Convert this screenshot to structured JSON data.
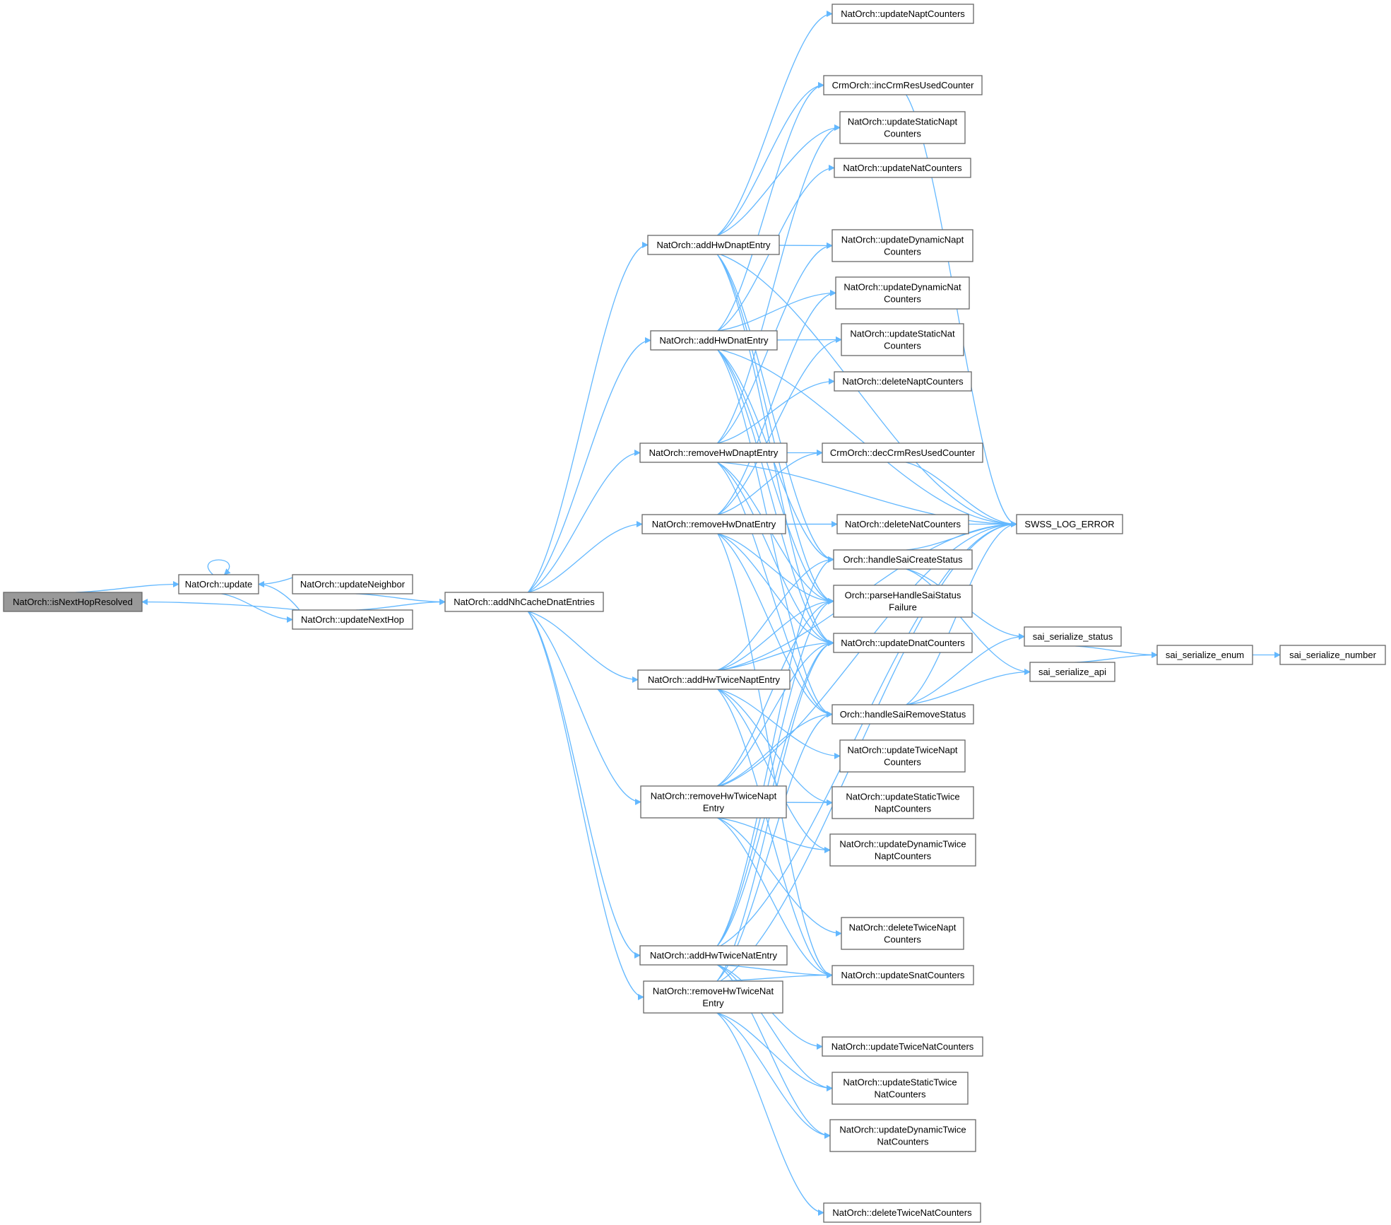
{
  "nodes": [
    {
      "id": "isNextHopResolved",
      "lines": [
        "NatOrch::isNextHopResolved"
      ],
      "root": true
    },
    {
      "id": "update",
      "lines": [
        "NatOrch::update"
      ]
    },
    {
      "id": "updateNeighbor",
      "lines": [
        "NatOrch::updateNeighbor"
      ]
    },
    {
      "id": "updateNextHop",
      "lines": [
        "NatOrch::updateNextHop"
      ]
    },
    {
      "id": "addNhCacheDnatEntries",
      "lines": [
        "NatOrch::addNhCacheDnatEntries"
      ]
    },
    {
      "id": "addHwDnaptEntry",
      "lines": [
        "NatOrch::addHwDnaptEntry"
      ]
    },
    {
      "id": "addHwDnatEntry",
      "lines": [
        "NatOrch::addHwDnatEntry"
      ]
    },
    {
      "id": "removeHwDnaptEntry",
      "lines": [
        "NatOrch::removeHwDnaptEntry"
      ]
    },
    {
      "id": "removeHwDnatEntry",
      "lines": [
        "NatOrch::removeHwDnatEntry"
      ]
    },
    {
      "id": "addHwTwiceNaptEntry",
      "lines": [
        "NatOrch::addHwTwiceNaptEntry"
      ]
    },
    {
      "id": "removeHwTwiceNaptEntry",
      "lines": [
        "NatOrch::removeHwTwiceNapt",
        "Entry"
      ]
    },
    {
      "id": "addHwTwiceNatEntry",
      "lines": [
        "NatOrch::addHwTwiceNatEntry"
      ]
    },
    {
      "id": "removeHwTwiceNatEntry",
      "lines": [
        "NatOrch::removeHwTwiceNat",
        "Entry"
      ]
    },
    {
      "id": "updateNaptCounters",
      "lines": [
        "NatOrch::updateNaptCounters"
      ]
    },
    {
      "id": "incCrmResUsedCounter",
      "lines": [
        "CrmOrch::incCrmResUsedCounter"
      ]
    },
    {
      "id": "updateStaticNaptCounters",
      "lines": [
        "NatOrch::updateStaticNapt",
        "Counters"
      ]
    },
    {
      "id": "updateNatCounters",
      "lines": [
        "NatOrch::updateNatCounters"
      ]
    },
    {
      "id": "updateDynamicNaptCounters",
      "lines": [
        "NatOrch::updateDynamicNapt",
        "Counters"
      ]
    },
    {
      "id": "updateDynamicNatCounters",
      "lines": [
        "NatOrch::updateDynamicNat",
        "Counters"
      ]
    },
    {
      "id": "updateStaticNatCounters",
      "lines": [
        "NatOrch::updateStaticNat",
        "Counters"
      ]
    },
    {
      "id": "deleteNaptCounters",
      "lines": [
        "NatOrch::deleteNaptCounters"
      ]
    },
    {
      "id": "decCrmResUsedCounter",
      "lines": [
        "CrmOrch::decCrmResUsedCounter"
      ]
    },
    {
      "id": "deleteNatCounters",
      "lines": [
        "NatOrch::deleteNatCounters"
      ]
    },
    {
      "id": "handleSaiCreateStatus",
      "lines": [
        "Orch::handleSaiCreateStatus"
      ]
    },
    {
      "id": "parseHandleSaiStatusFailure",
      "lines": [
        "Orch::parseHandleSaiStatus",
        "Failure"
      ]
    },
    {
      "id": "updateDnatCounters",
      "lines": [
        "NatOrch::updateDnatCounters"
      ]
    },
    {
      "id": "handleSaiRemoveStatus",
      "lines": [
        "Orch::handleSaiRemoveStatus"
      ]
    },
    {
      "id": "updateTwiceNaptCounters",
      "lines": [
        "NatOrch::updateTwiceNapt",
        "Counters"
      ]
    },
    {
      "id": "updateStaticTwiceNaptCounters",
      "lines": [
        "NatOrch::updateStaticTwice",
        "NaptCounters"
      ]
    },
    {
      "id": "updateDynamicTwiceNaptCounters",
      "lines": [
        "NatOrch::updateDynamicTwice",
        "NaptCounters"
      ]
    },
    {
      "id": "deleteTwiceNaptCounters",
      "lines": [
        "NatOrch::deleteTwiceNapt",
        "Counters"
      ]
    },
    {
      "id": "updateSnatCounters",
      "lines": [
        "NatOrch::updateSnatCounters"
      ]
    },
    {
      "id": "updateTwiceNatCounters",
      "lines": [
        "NatOrch::updateTwiceNatCounters"
      ]
    },
    {
      "id": "updateStaticTwiceNatCounters",
      "lines": [
        "NatOrch::updateStaticTwice",
        "NatCounters"
      ]
    },
    {
      "id": "updateDynamicTwiceNatCounters",
      "lines": [
        "NatOrch::updateDynamicTwice",
        "NatCounters"
      ]
    },
    {
      "id": "deleteTwiceNatCounters",
      "lines": [
        "NatOrch::deleteTwiceNatCounters"
      ]
    },
    {
      "id": "SWSS_LOG_ERROR",
      "lines": [
        "SWSS_LOG_ERROR"
      ]
    },
    {
      "id": "sai_serialize_status",
      "lines": [
        "sai_serialize_status"
      ]
    },
    {
      "id": "sai_serialize_api",
      "lines": [
        "sai_serialize_api"
      ]
    },
    {
      "id": "sai_serialize_enum",
      "lines": [
        "sai_serialize_enum"
      ]
    },
    {
      "id": "sai_serialize_number",
      "lines": [
        "sai_serialize_number"
      ]
    }
  ],
  "edges": [
    [
      "isNextHopResolved",
      "update"
    ],
    [
      "update",
      "update"
    ],
    [
      "update",
      "updateNextHop"
    ],
    [
      "updateNeighbor",
      "update"
    ],
    [
      "updateNeighbor",
      "addNhCacheDnatEntries"
    ],
    [
      "updateNextHop",
      "update"
    ],
    [
      "updateNextHop",
      "isNextHopResolved"
    ],
    [
      "updateNextHop",
      "addNhCacheDnatEntries"
    ],
    [
      "addNhCacheDnatEntries",
      "addHwDnaptEntry"
    ],
    [
      "addNhCacheDnatEntries",
      "addHwDnatEntry"
    ],
    [
      "addNhCacheDnatEntries",
      "removeHwDnaptEntry"
    ],
    [
      "addNhCacheDnatEntries",
      "removeHwDnatEntry"
    ],
    [
      "addNhCacheDnatEntries",
      "addHwTwiceNaptEntry"
    ],
    [
      "addNhCacheDnatEntries",
      "removeHwTwiceNaptEntry"
    ],
    [
      "addNhCacheDnatEntries",
      "addHwTwiceNatEntry"
    ],
    [
      "addNhCacheDnatEntries",
      "removeHwTwiceNatEntry"
    ],
    [
      "addHwDnaptEntry",
      "updateNaptCounters"
    ],
    [
      "addHwDnaptEntry",
      "incCrmResUsedCounter"
    ],
    [
      "addHwDnaptEntry",
      "updateStaticNaptCounters"
    ],
    [
      "addHwDnaptEntry",
      "updateDynamicNaptCounters"
    ],
    [
      "addHwDnaptEntry",
      "SWSS_LOG_ERROR"
    ],
    [
      "addHwDnaptEntry",
      "handleSaiCreateStatus"
    ],
    [
      "addHwDnaptEntry",
      "parseHandleSaiStatusFailure"
    ],
    [
      "addHwDnaptEntry",
      "updateDnatCounters"
    ],
    [
      "addHwDnatEntry",
      "incCrmResUsedCounter"
    ],
    [
      "addHwDnatEntry",
      "updateNatCounters"
    ],
    [
      "addHwDnatEntry",
      "updateDynamicNatCounters"
    ],
    [
      "addHwDnatEntry",
      "updateStaticNatCounters"
    ],
    [
      "addHwDnatEntry",
      "SWSS_LOG_ERROR"
    ],
    [
      "addHwDnatEntry",
      "handleSaiCreateStatus"
    ],
    [
      "addHwDnatEntry",
      "parseHandleSaiStatusFailure"
    ],
    [
      "addHwDnatEntry",
      "updateDnatCounters"
    ],
    [
      "addHwDnatEntry",
      "handleSaiRemoveStatus"
    ],
    [
      "removeHwDnaptEntry",
      "updateStaticNaptCounters"
    ],
    [
      "removeHwDnaptEntry",
      "updateDynamicNaptCounters"
    ],
    [
      "removeHwDnaptEntry",
      "deleteNaptCounters"
    ],
    [
      "removeHwDnaptEntry",
      "decCrmResUsedCounter"
    ],
    [
      "removeHwDnaptEntry",
      "SWSS_LOG_ERROR"
    ],
    [
      "removeHwDnaptEntry",
      "parseHandleSaiStatusFailure"
    ],
    [
      "removeHwDnaptEntry",
      "updateDnatCounters"
    ],
    [
      "removeHwDnaptEntry",
      "handleSaiRemoveStatus"
    ],
    [
      "removeHwDnatEntry",
      "updateDynamicNatCounters"
    ],
    [
      "removeHwDnatEntry",
      "updateStaticNatCounters"
    ],
    [
      "removeHwDnatEntry",
      "decCrmResUsedCounter"
    ],
    [
      "removeHwDnatEntry",
      "deleteNatCounters"
    ],
    [
      "removeHwDnatEntry",
      "SWSS_LOG_ERROR"
    ],
    [
      "removeHwDnatEntry",
      "parseHandleSaiStatusFailure"
    ],
    [
      "removeHwDnatEntry",
      "updateDnatCounters"
    ],
    [
      "removeHwDnatEntry",
      "handleSaiRemoveStatus"
    ],
    [
      "removeHwDnatEntry",
      "updateSnatCounters"
    ],
    [
      "addHwTwiceNaptEntry",
      "handleSaiCreateStatus"
    ],
    [
      "addHwTwiceNaptEntry",
      "parseHandleSaiStatusFailure"
    ],
    [
      "addHwTwiceNaptEntry",
      "updateDnatCounters"
    ],
    [
      "addHwTwiceNaptEntry",
      "SWSS_LOG_ERROR"
    ],
    [
      "addHwTwiceNaptEntry",
      "updateTwiceNaptCounters"
    ],
    [
      "addHwTwiceNaptEntry",
      "updateStaticTwiceNaptCounters"
    ],
    [
      "addHwTwiceNaptEntry",
      "updateDynamicTwiceNaptCounters"
    ],
    [
      "addHwTwiceNaptEntry",
      "updateSnatCounters"
    ],
    [
      "removeHwTwiceNaptEntry",
      "parseHandleSaiStatusFailure"
    ],
    [
      "removeHwTwiceNaptEntry",
      "updateDnatCounters"
    ],
    [
      "removeHwTwiceNaptEntry",
      "handleSaiRemoveStatus"
    ],
    [
      "removeHwTwiceNaptEntry",
      "updateStaticTwiceNaptCounters"
    ],
    [
      "removeHwTwiceNaptEntry",
      "updateDynamicTwiceNaptCounters"
    ],
    [
      "removeHwTwiceNaptEntry",
      "deleteTwiceNaptCounters"
    ],
    [
      "removeHwTwiceNaptEntry",
      "updateSnatCounters"
    ],
    [
      "removeHwTwiceNaptEntry",
      "SWSS_LOG_ERROR"
    ],
    [
      "addHwTwiceNatEntry",
      "handleSaiCreateStatus"
    ],
    [
      "addHwTwiceNatEntry",
      "parseHandleSaiStatusFailure"
    ],
    [
      "addHwTwiceNatEntry",
      "updateDnatCounters"
    ],
    [
      "addHwTwiceNatEntry",
      "updateSnatCounters"
    ],
    [
      "addHwTwiceNatEntry",
      "updateTwiceNatCounters"
    ],
    [
      "addHwTwiceNatEntry",
      "updateStaticTwiceNatCounters"
    ],
    [
      "addHwTwiceNatEntry",
      "updateDynamicTwiceNatCounters"
    ],
    [
      "addHwTwiceNatEntry",
      "SWSS_LOG_ERROR"
    ],
    [
      "removeHwTwiceNatEntry",
      "handleSaiRemoveStatus"
    ],
    [
      "removeHwTwiceNatEntry",
      "updateDnatCounters"
    ],
    [
      "removeHwTwiceNatEntry",
      "updateSnatCounters"
    ],
    [
      "removeHwTwiceNatEntry",
      "updateStaticTwiceNatCounters"
    ],
    [
      "removeHwTwiceNatEntry",
      "updateDynamicTwiceNatCounters"
    ],
    [
      "removeHwTwiceNatEntry",
      "deleteTwiceNatCounters"
    ],
    [
      "removeHwTwiceNatEntry",
      "SWSS_LOG_ERROR"
    ],
    [
      "incCrmResUsedCounter",
      "SWSS_LOG_ERROR"
    ],
    [
      "decCrmResUsedCounter",
      "SWSS_LOG_ERROR"
    ],
    [
      "handleSaiCreateStatus",
      "SWSS_LOG_ERROR"
    ],
    [
      "handleSaiCreateStatus",
      "sai_serialize_status"
    ],
    [
      "handleSaiCreateStatus",
      "sai_serialize_api"
    ],
    [
      "handleSaiRemoveStatus",
      "SWSS_LOG_ERROR"
    ],
    [
      "handleSaiRemoveStatus",
      "sai_serialize_status"
    ],
    [
      "handleSaiRemoveStatus",
      "sai_serialize_api"
    ],
    [
      "sai_serialize_status",
      "sai_serialize_enum"
    ],
    [
      "sai_serialize_api",
      "sai_serialize_enum"
    ],
    [
      "sai_serialize_enum",
      "sai_serialize_number"
    ]
  ],
  "colors": {
    "edge": "#63b8ff",
    "node_border": "#666666",
    "node_fill": "#ffffff",
    "root_fill": "#999999",
    "text": "#000000"
  }
}
